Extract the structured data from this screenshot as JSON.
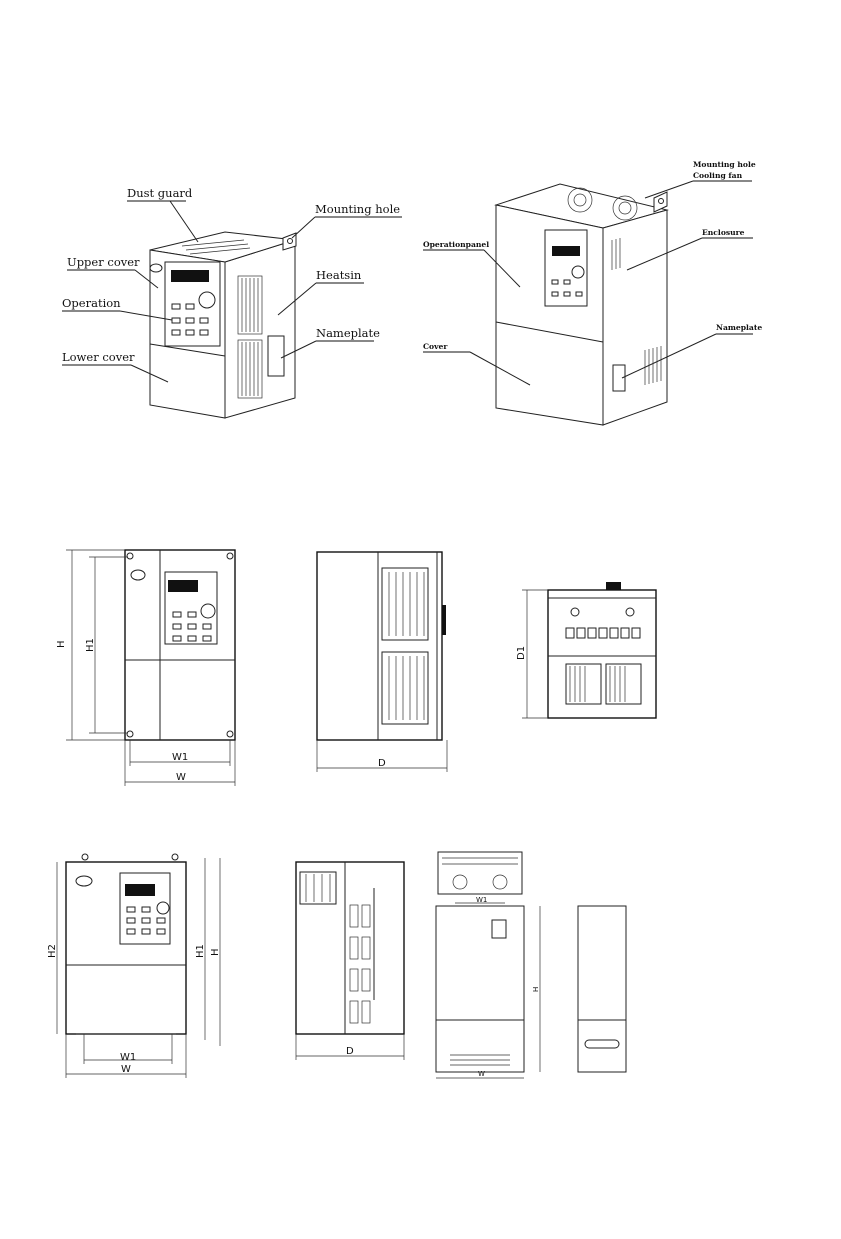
{
  "figure1": {
    "labels": {
      "dust_guard": "Dust guard",
      "upper_cover": "Upper cover",
      "operation": "Operation",
      "lower_cover": "Lower cover",
      "mounting_hole": "Mounting  hole",
      "heatsin": "Heatsin",
      "nameplate": "Nameplate"
    }
  },
  "figure2": {
    "labels": {
      "mounting_hole": "Mounting hole",
      "cooling_fan": "Cooling fan",
      "operationpanel": "Operationpanel",
      "enclosure": "Enclosure",
      "nameplate": "Nameplate",
      "cover": "Cover"
    }
  },
  "dims_row1": {
    "h": "H",
    "h1": "H1",
    "w1": "W1",
    "w": "W",
    "d": "D",
    "d1": "D1"
  },
  "dims_row2": {
    "h2": "H2",
    "h1": "H1",
    "h": "H",
    "w1": "W1",
    "w": "W",
    "d": "D",
    "small_w1": "W1",
    "small_h": "H",
    "small_w": "W"
  }
}
